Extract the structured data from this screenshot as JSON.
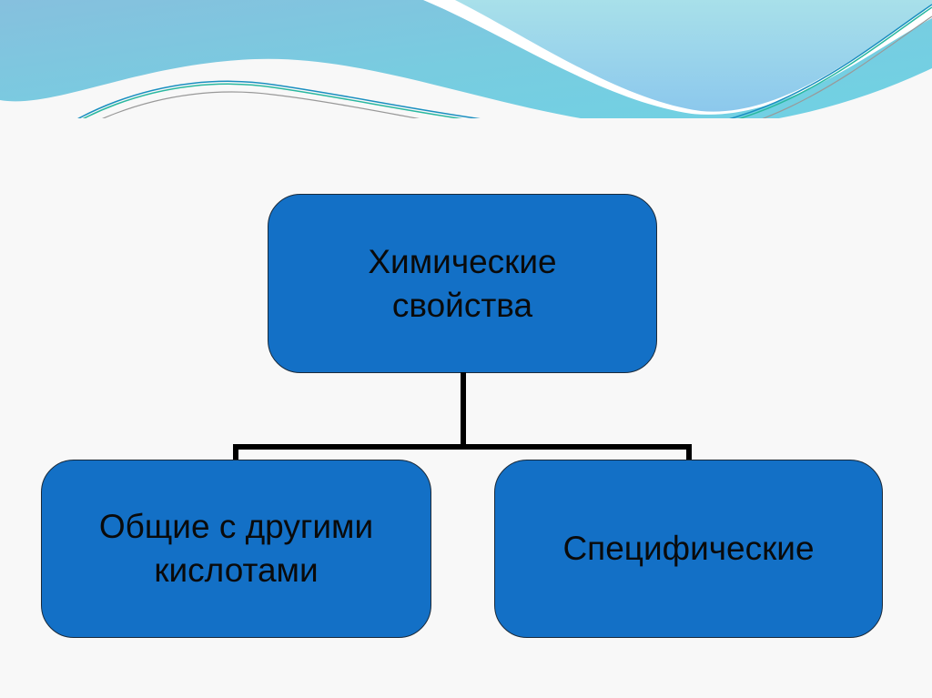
{
  "colors": {
    "box_fill": "#1370c6",
    "background": "#f8f8f8",
    "connector": "#000000"
  },
  "diagram": {
    "root": {
      "label": "Химические\nсвойства"
    },
    "children": [
      {
        "label": "Общие с другими\nкислотами"
      },
      {
        "label": "Специфические"
      }
    ]
  }
}
